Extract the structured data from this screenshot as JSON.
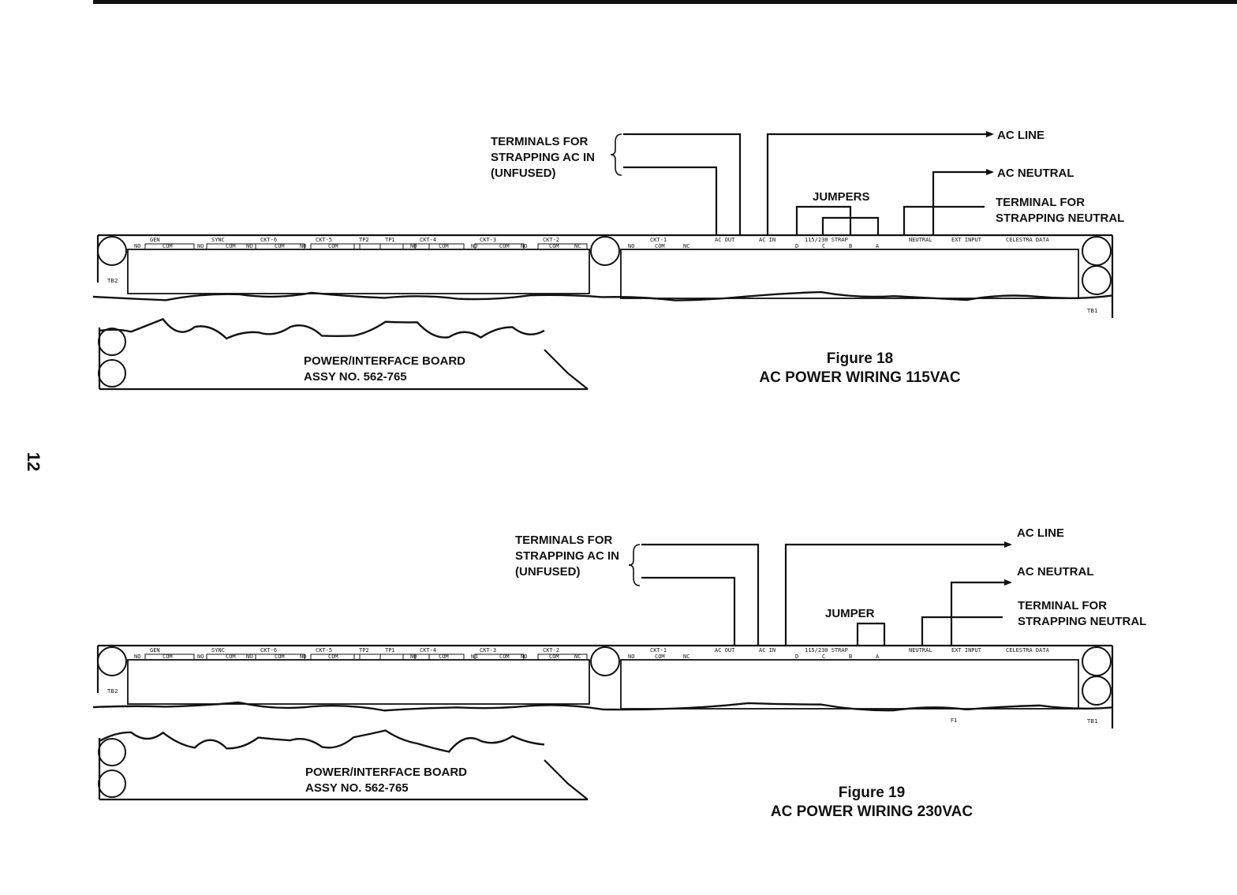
{
  "page_number": "12",
  "board_label": {
    "line1": "POWER/INTERFACE BOARD",
    "line2": "ASSY NO. 562-765"
  },
  "tb_left_tag": "TB2",
  "tb_right_tag": "TB1",
  "tb_left_terms": [
    "GEN",
    "SYNC",
    "CKT-6",
    "CKT-5",
    "TP2",
    "TP1",
    "CKT-4",
    "CKT-3",
    "CKT-2"
  ],
  "tb_right_terms": [
    "CKT-1",
    "AC OUT",
    "AC IN",
    "115/230 STRAP",
    "NEUTRAL",
    "EXT INPUT",
    "CELESTRA DATA"
  ],
  "sub_contacts": [
    "NO",
    "COM",
    "NC"
  ],
  "strap_contacts": [
    "D",
    "C",
    "B",
    "A"
  ],
  "figures": [
    {
      "id": "fig18",
      "terminals_label": [
        "TERMINALS FOR",
        "STRAPPING AC IN",
        "(UNFUSED)"
      ],
      "ac_line": "AC LINE",
      "ac_neutral": "AC NEUTRAL",
      "terminal_neutral": [
        "TERMINAL FOR",
        "STRAPPING NEUTRAL"
      ],
      "jumper_label": "JUMPERS",
      "caption_title": "Figure 18",
      "caption_sub": "AC POWER WIRING 115VAC"
    },
    {
      "id": "fig19",
      "terminals_label": [
        "TERMINALS FOR",
        "STRAPPING AC IN",
        "(UNFUSED)"
      ],
      "ac_line": "AC LINE",
      "ac_neutral": "AC NEUTRAL",
      "terminal_neutral": [
        "TERMINAL FOR",
        "STRAPPING NEUTRAL"
      ],
      "jumper_label": "JUMPER",
      "caption_title": "Figure 19",
      "caption_sub": "AC POWER WIRING 230VAC",
      "fuse_tag": "F1"
    }
  ]
}
